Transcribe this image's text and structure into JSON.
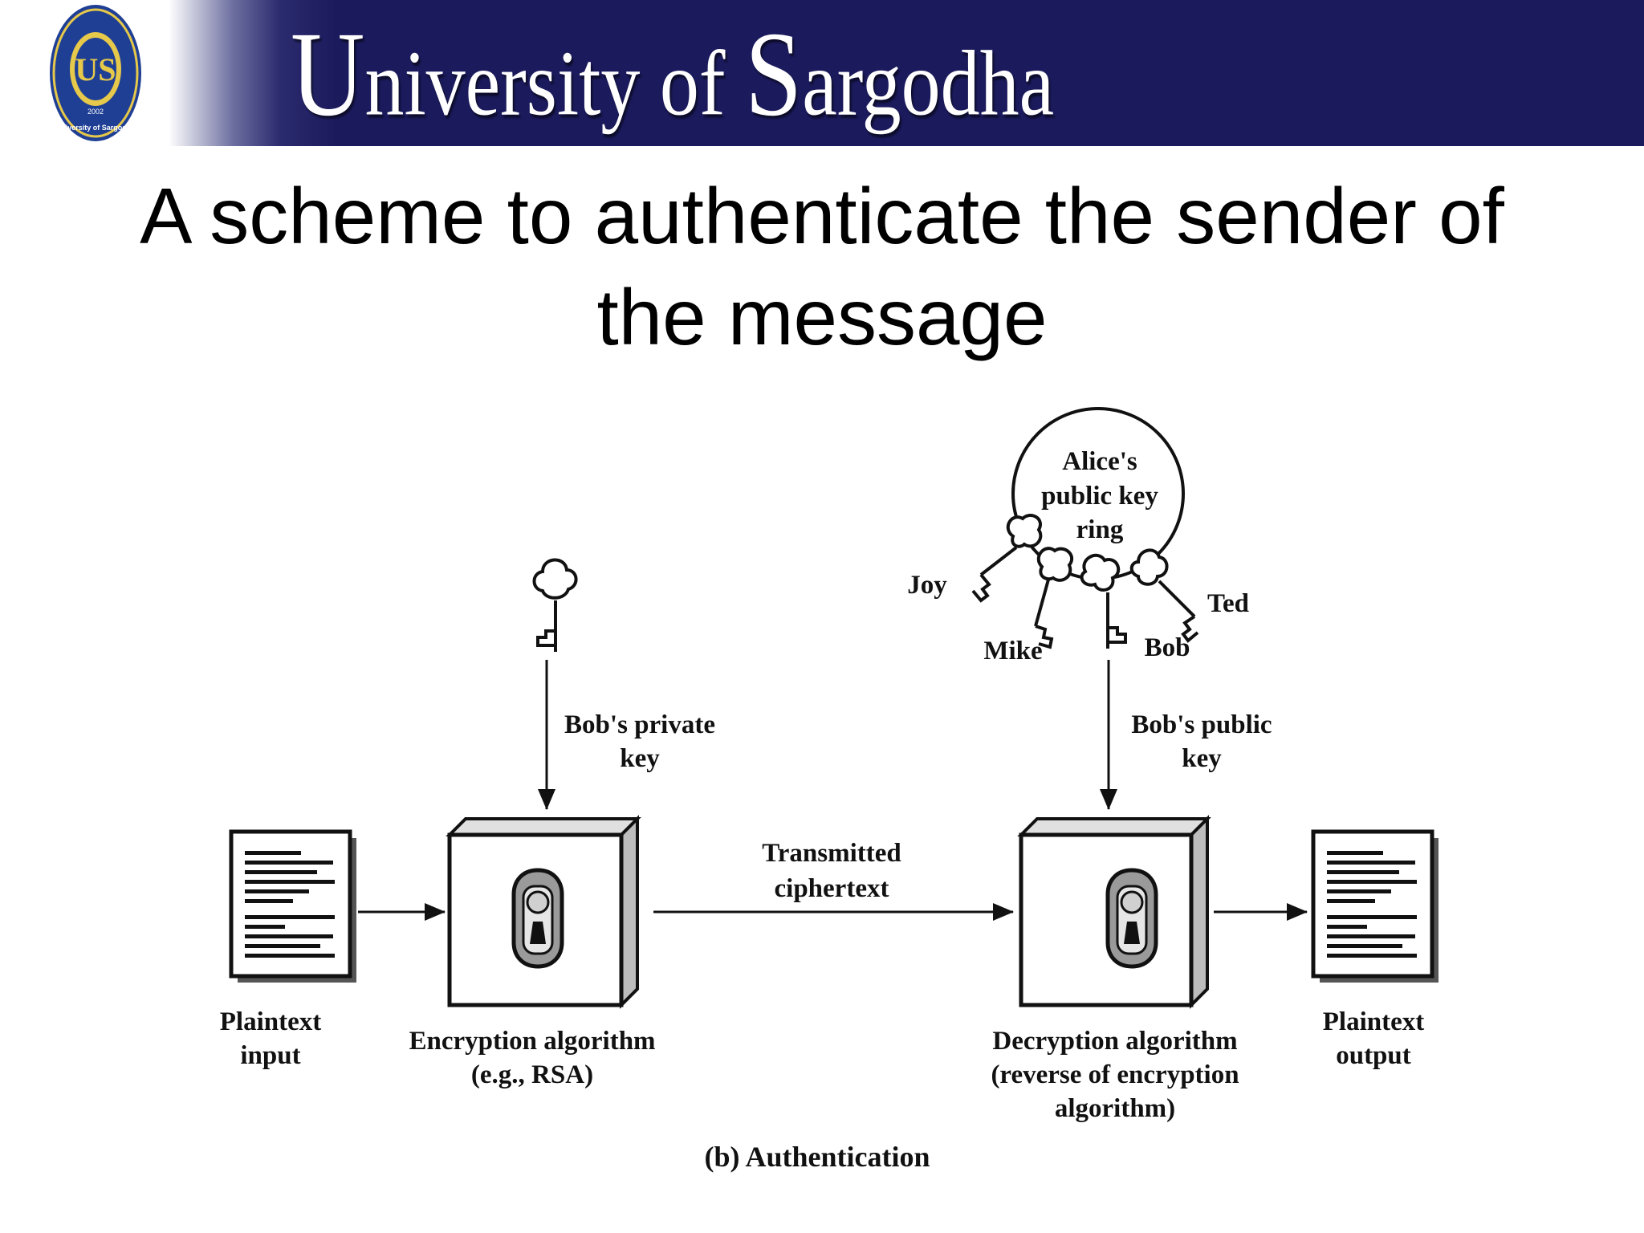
{
  "header": {
    "brand_title": "University of Sargodha",
    "logo_text": [
      "US",
      "2002",
      "University of Sargodha"
    ]
  },
  "slide": {
    "title_line1": "A scheme to authenticate the sender of",
    "title_line2": "the message"
  },
  "diagram": {
    "keyring": {
      "line1": "Alice's",
      "line2": "public key",
      "line3": "ring"
    },
    "ring_keys": [
      "Joy",
      "Mike",
      "Bob",
      "Ted"
    ],
    "private_key": {
      "line1": "Bob's private",
      "line2": "key"
    },
    "public_key": {
      "line1": "Bob's public",
      "line2": "key"
    },
    "ciphertext": {
      "line1": "Transmitted",
      "line2": "ciphertext"
    },
    "plaintext_input": {
      "line1": "Plaintext",
      "line2": "input"
    },
    "encryption": {
      "line1": "Encryption algorithm",
      "line2": "(e.g., RSA)"
    },
    "decryption": {
      "line1": "Decryption algorithm",
      "line2": "(reverse of encryption",
      "line3": "algorithm)"
    },
    "plaintext_output": {
      "line1": "Plaintext",
      "line2": "output"
    },
    "caption": "(b) Authentication"
  },
  "colors": {
    "header_navy": "#1b1a5c",
    "logo_blue": "#1f3f95",
    "logo_gold": "#e6c84a"
  }
}
